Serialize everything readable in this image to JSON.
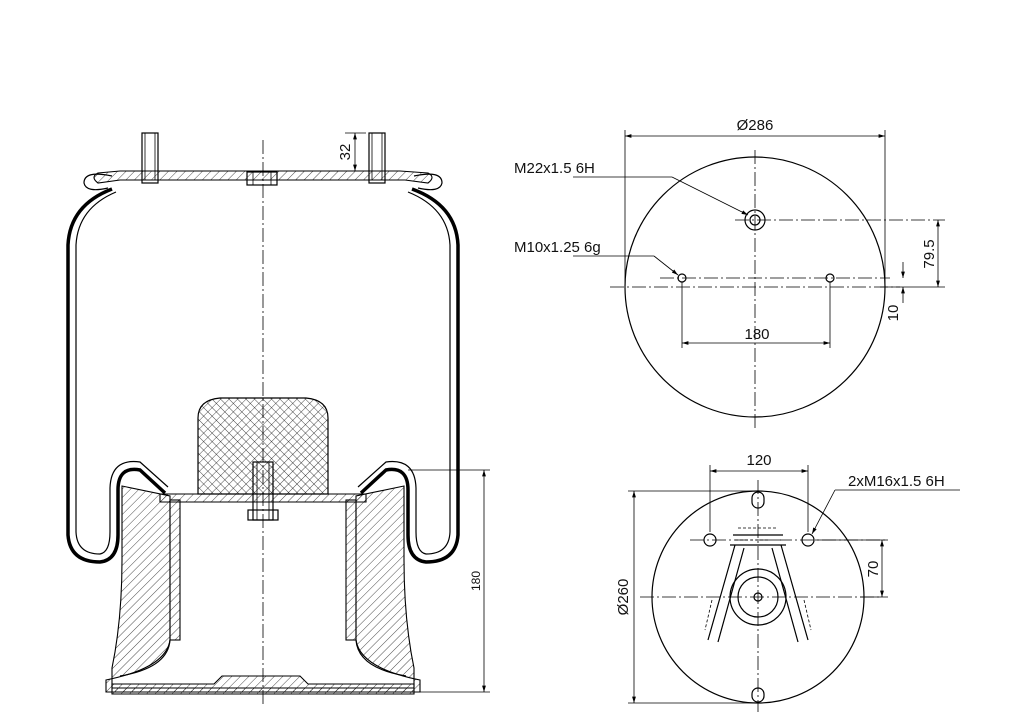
{
  "side_view": {
    "stud_height": "32",
    "piston_height": "180"
  },
  "top_view": {
    "diameter": "Ø286",
    "thread_center": "M22x1.5 6H",
    "thread_side": "M10x1.25 6g",
    "offset_center": "79.5",
    "offset_side": "10",
    "hole_spacing": "180"
  },
  "bottom_view": {
    "diameter": "Ø260",
    "hole_spacing": "120",
    "thread_holes": "2xM16x1.5 6H",
    "hole_offset": "70"
  }
}
